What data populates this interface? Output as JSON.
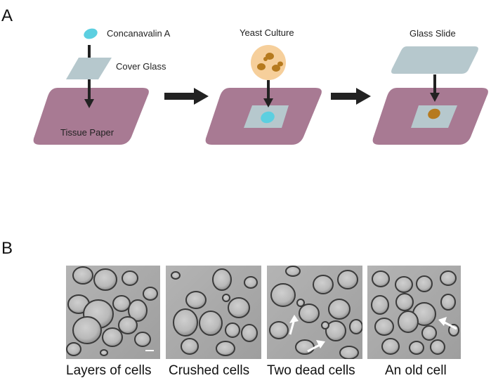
{
  "panels": {
    "a": {
      "letter": "A",
      "labels": {
        "concanavalin": "Concanavalin A",
        "cover_glass": "Cover Glass",
        "tissue_paper": "Tissue Paper",
        "yeast_culture": "Yeast Culture",
        "glass_slide": "Glass Slide"
      }
    },
    "b": {
      "letter": "B",
      "captions": [
        "Layers of cells",
        "Crushed cells",
        "Two dead cells",
        "An old cell"
      ]
    }
  },
  "colors": {
    "tissue_paper": "#a87a93",
    "cover_glass": "#b6c8cd",
    "glass_slide": "#b6c8cd",
    "concanavalin_drop": "#5ccfe0",
    "yeast_halo": "#f6cf9b",
    "yeast_cells": "#b67a1e",
    "arrow": "#222222",
    "micrograph_bg": "#a8a8a8",
    "cell_outline": "#3a3a3a"
  }
}
